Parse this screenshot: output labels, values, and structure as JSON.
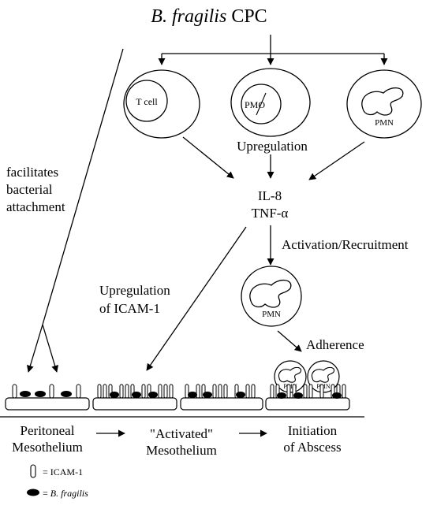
{
  "diagram": {
    "title_italic": "B. fragilis",
    "title_rest": " CPC",
    "cells": {
      "tcell": "T cell",
      "pmo": "PMO",
      "pmn_top": "PMN",
      "pmn_mid": "PMN",
      "pmn_small_1": "PMN",
      "pmn_small_2": "PMN"
    },
    "labels": {
      "upregulation": "Upregulation",
      "facilitates_1": "facilitates",
      "facilitates_2": "bacterial",
      "facilitates_3": "attachment",
      "il8": "IL-8",
      "tnf": "TNF-α",
      "activation": "Activation/Recruitment",
      "upreg_icam_1": "Upregulation",
      "upreg_icam_2": "of ICAM-1",
      "adherence": "Adherence"
    },
    "stages": {
      "s1_line1": "Peritoneal",
      "s1_line2": "Mesothelium",
      "s2_line1": "\"Activated\"",
      "s2_line2": "Mesothelium",
      "s3_line1": "Initiation",
      "s3_line2": "of Abscess"
    },
    "legend": {
      "icam": "= ICAM-1",
      "bf_prefix": "= ",
      "bf_italic": "B. fragilis"
    }
  }
}
